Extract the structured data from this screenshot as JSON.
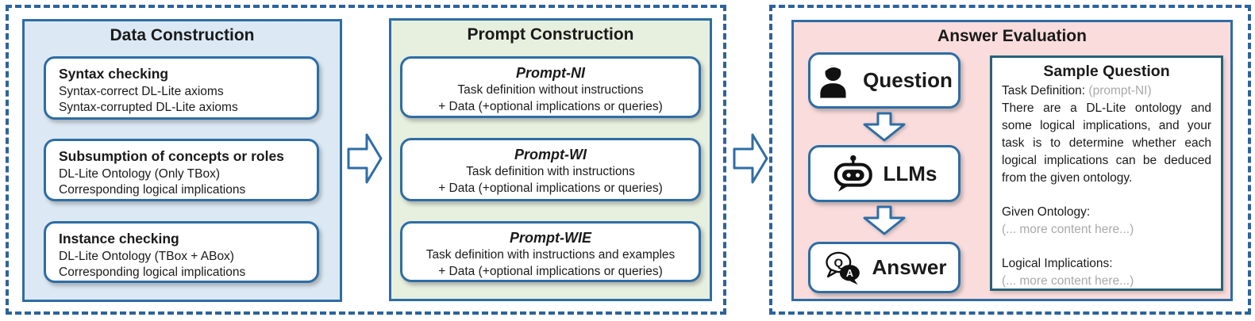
{
  "colors": {
    "dashed_border": "#2d639c",
    "panel_border": "#2e6da4",
    "data_panel_fill": "#dce9f5",
    "prompt_panel_fill": "#e7efde",
    "answer_panel_fill": "#fbdcdc",
    "sample_box_border": "#276379",
    "muted_text": "#a9a9a9",
    "text": "#1a1a1a"
  },
  "data_construction": {
    "title": "Data Construction",
    "boxes": [
      {
        "heading": "Syntax checking",
        "lines": [
          "Syntax-correct DL-Lite axioms",
          "Syntax-corrupted DL-Lite axioms"
        ]
      },
      {
        "heading": "Subsumption of concepts or roles",
        "lines": [
          "DL-Lite Ontology (Only TBox)",
          "Corresponding logical implications"
        ]
      },
      {
        "heading": "Instance checking",
        "lines": [
          "DL-Lite Ontology (TBox + ABox)",
          "Corresponding logical implications"
        ]
      }
    ]
  },
  "prompt_construction": {
    "title": "Prompt Construction",
    "boxes": [
      {
        "heading": "Prompt-NI",
        "lines": [
          "Task definition without instructions",
          "+ Data (+optional implications or queries)"
        ]
      },
      {
        "heading": "Prompt-WI",
        "lines": [
          "Task definition with instructions",
          "+ Data (+optional implications or queries)"
        ]
      },
      {
        "heading": "Prompt-WIE",
        "lines": [
          "Task definition with instructions and examples",
          "+ Data (+optional implications or queries)"
        ]
      }
    ]
  },
  "answer_evaluation": {
    "title": "Answer Evaluation",
    "flow": [
      {
        "label": "Question",
        "icon": "person-icon"
      },
      {
        "label": "LLMs",
        "icon": "robot-icon"
      },
      {
        "label": "Answer",
        "icon": "qa-icon"
      }
    ],
    "sample_question": {
      "title": "Sample Question",
      "task_definition_label": "Task Definition:",
      "task_definition_tag": "(prompt-NI)",
      "body": "There are a DL-Lite ontology and some logical implications, and your task is to determine whether each logical implications can be deduced from the given ontology.",
      "given_ontology_label": "Given Ontology:",
      "given_ontology_placeholder": "(... more content here...)",
      "logical_implications_label": "Logical Implications:",
      "logical_implications_placeholder": "(... more content here...)"
    }
  },
  "icons": {
    "qa_q_letter": "Q",
    "qa_a_letter": "A"
  }
}
